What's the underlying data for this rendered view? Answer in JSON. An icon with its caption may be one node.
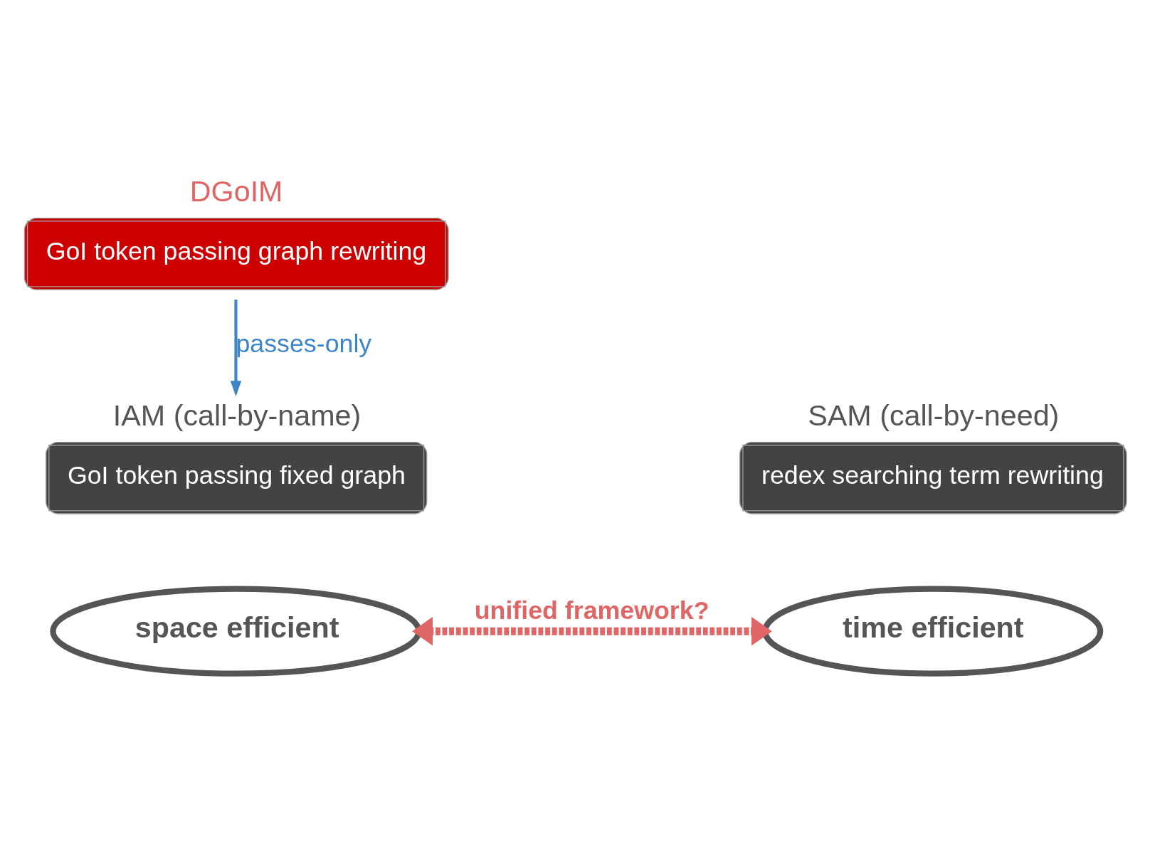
{
  "diagram": {
    "nodes": [
      {
        "text": [
          "DGoIM",
          "GoI token passing graph rewriting"
        ]
      },
      {
        "text": [
          "IAM (call-by-name)",
          "GoI token passing fixed graph"
        ]
      },
      {
        "text": [
          "SAM (call-by-need)",
          "redex searching term rewriting"
        ]
      },
      {
        "text": [
          "space efficient"
        ]
      },
      {
        "text": [
          "time efficient"
        ]
      }
    ],
    "edges": [
      {
        "from": 0,
        "to": 1,
        "arrow": "to",
        "label": "passes-only",
        "color": "#3d85c6"
      },
      {
        "from": 3,
        "to": 4,
        "arrow": "both",
        "label": "unified framework?",
        "style": "dashed",
        "color": "#e06666"
      }
    ]
  }
}
